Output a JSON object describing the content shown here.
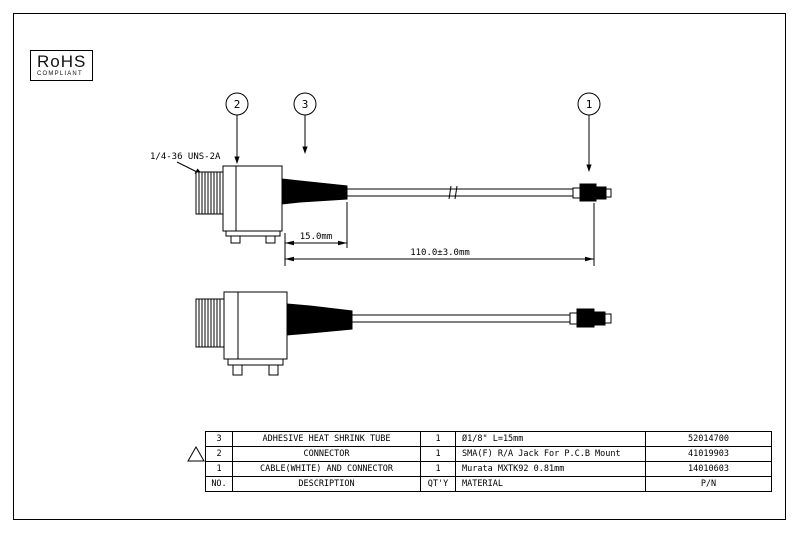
{
  "sheet": {
    "bg": "#ffffff",
    "line_color": "#000000"
  },
  "rohs": {
    "title": "RoHS",
    "subtitle": "COMPLIANT"
  },
  "callouts": [
    {
      "num": "2"
    },
    {
      "num": "3"
    },
    {
      "num": "1"
    }
  ],
  "labels": {
    "thread": "1/4-36 UNS-2A"
  },
  "dimensions": {
    "heat_shrink_length": "15.0mm",
    "overall_length": "110.0±3.0mm"
  },
  "table": {
    "header": {
      "no": "NO.",
      "description": "DESCRIPTION",
      "qty": "QT'Y",
      "material": "MATERIAL",
      "pn": "P/N"
    },
    "rows": [
      {
        "no": "3",
        "description": "ADHESIVE HEAT SHRINK TUBE",
        "qty": "1",
        "material": "Ø1/8\" L=15mm",
        "pn": "52014700"
      },
      {
        "no": "2",
        "description": "CONNECTOR",
        "qty": "1",
        "material": "SMA(F) R/A Jack For P.C.B Mount",
        "pn": "41019903"
      },
      {
        "no": "1",
        "description": "CABLE(WHITE) AND CONNECTOR",
        "qty": "1",
        "material": "Murata MXTK92 0.81mm",
        "pn": "14010603"
      }
    ]
  }
}
